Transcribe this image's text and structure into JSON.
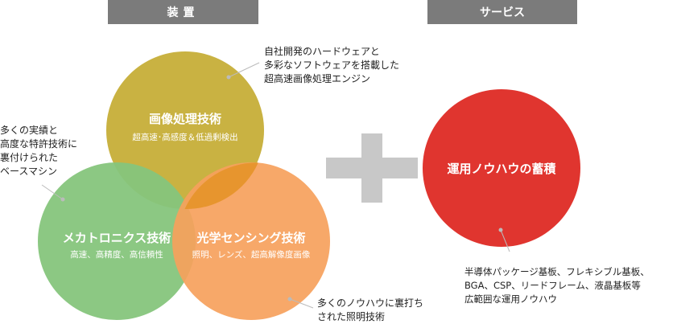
{
  "headers": {
    "device": "装置",
    "service": "サービス"
  },
  "circles": {
    "image": {
      "title": "画像処理技術",
      "subtitle": "超高速･高感度＆低過剰検出",
      "color": "#c9b242"
    },
    "mecha": {
      "title": "メカトロニクス技術",
      "subtitle": "高速、高精度、高信頼性",
      "color": "#86c57c"
    },
    "optical": {
      "title": "光学センシング技術",
      "subtitle": "照明、レンズ、超高解像度画像",
      "color": "#f6a15c"
    },
    "knowhow": {
      "title": "運用ノウハウの蓄積",
      "color": "#e0352f"
    }
  },
  "colors": {
    "header": "#7b7b7b",
    "plus": "#c8c8c8",
    "overlap": "#e7952e"
  },
  "icons": {
    "plus": "plus-icon"
  },
  "annotations": {
    "software": [
      "自社開発のハードウェアと",
      "多彩なソフトウェアを搭載した",
      "超高速画像処理エンジン"
    ],
    "patents": [
      "多くの実績と",
      "高度な特許技術に",
      "裏付けられた",
      "ベースマシン"
    ],
    "lighting": [
      "多くのノウハウに裏打ち",
      "された照明技術"
    ],
    "substrates": [
      "半導体パッケージ基板、フレキシブル基板、",
      "BGA、CSP、リードフレーム、液晶基板等",
      "広範囲な運用ノウハウ"
    ]
  }
}
